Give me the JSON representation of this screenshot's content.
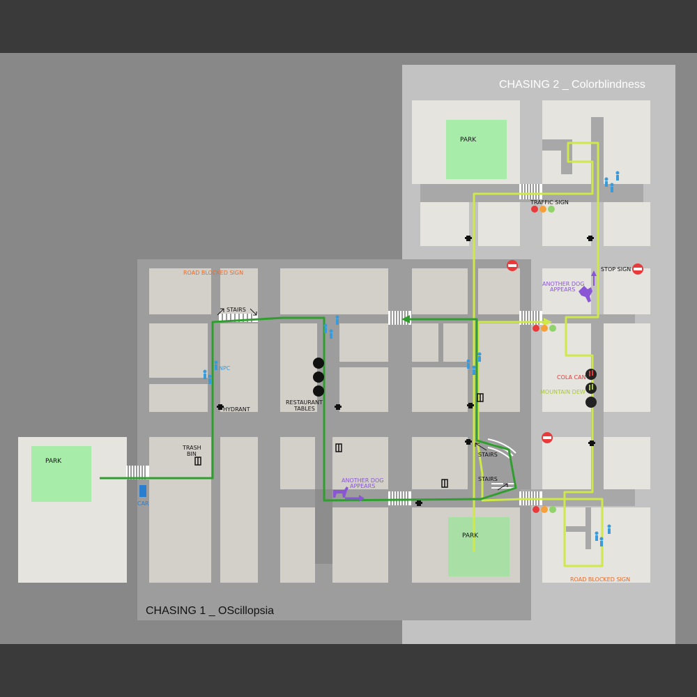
{
  "zones": {
    "chasing1_title": "CHASING 1 _ OScillopsia",
    "chasing2_title": "CHASING 2 _ Colorblindness"
  },
  "labels": {
    "park_left": "PARK",
    "park_top": "PARK",
    "park_bottom": "PARK",
    "road_blocked_top": "ROAD BLOCKED SIGN",
    "road_blocked_bottom": "ROAD BLOCKED SIGN",
    "stairs_top": "STAIRS",
    "stairs_right_1": "STAIRS",
    "stairs_right_2": "STAIRS",
    "npc": "NPC",
    "hydrant": "HYDRANT",
    "restaurant_line1": "RESTAURANT",
    "restaurant_line2": "TABLES",
    "trash_line1": "TRASH",
    "trash_line2": "BIN",
    "car": "CAR",
    "dog1_line1": "ANOTHER DOG",
    "dog1_line2": "APPEARS",
    "dog2_line1": "ANOTHER DOG",
    "dog2_line2": "APPEARS",
    "traffic_sign": "TRAFFIC SIGN",
    "stop_sign": "STOP SIGN",
    "cola_can": "COLA CAN",
    "mountain_dew": "MOUNTAIN DEW"
  },
  "colors": {
    "background": "#888888",
    "zone2_bg": "#c2c2c2",
    "zone1_bg": "#707070",
    "block_light": "#e6e4df",
    "block_dark": "#ccc9c3",
    "road": "#9d9d9d",
    "park": "#a8ecaa",
    "route_chasing1": "#2f9e2f",
    "route_chasing2": "#cfe84a",
    "npc": "#3a9bd8",
    "dog": "#8a56d6",
    "road_blocked": "#e86a2a",
    "cola": "#e23a3a",
    "mountain_dew": "#a8c838",
    "stop": "#e83a3a"
  },
  "icons": [
    "person-icon",
    "hydrant-icon",
    "trash-bin-icon",
    "table-icon",
    "dog-icon",
    "stop-sign-icon",
    "traffic-light-icon",
    "crosswalk-icon",
    "car-icon",
    "arrow-icon"
  ]
}
